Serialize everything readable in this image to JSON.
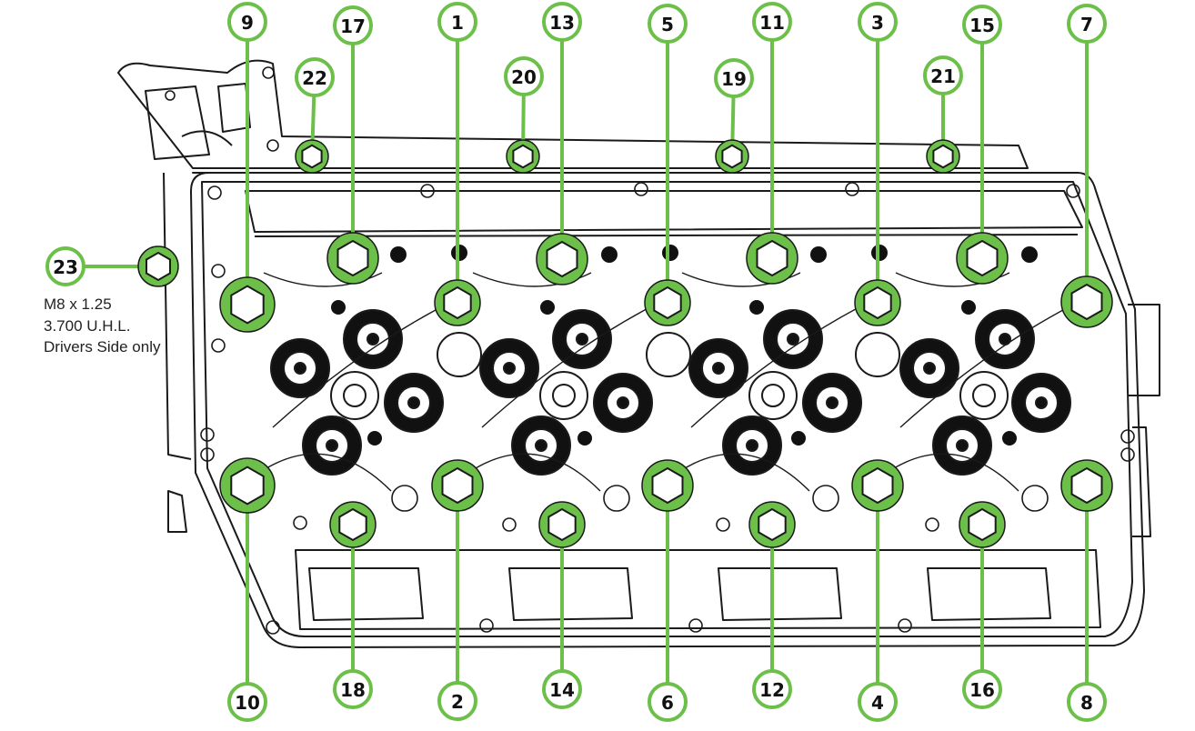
{
  "colors": {
    "accent": "#6cc04a",
    "line": "#1a1a1a",
    "cap": "#111111",
    "paper": "#ffffff"
  },
  "note": {
    "line1": "M8 x 1.25",
    "line2": "3.700 U.H.L.",
    "line3": "Drivers Side only"
  },
  "bolts": [
    {
      "id": "9",
      "label": "9"
    },
    {
      "id": "17",
      "label": "17"
    },
    {
      "id": "1",
      "label": "1"
    },
    {
      "id": "13",
      "label": "13"
    },
    {
      "id": "5",
      "label": "5"
    },
    {
      "id": "11",
      "label": "11"
    },
    {
      "id": "3",
      "label": "3"
    },
    {
      "id": "15",
      "label": "15"
    },
    {
      "id": "7",
      "label": "7"
    },
    {
      "id": "22",
      "label": "22"
    },
    {
      "id": "20",
      "label": "20"
    },
    {
      "id": "19",
      "label": "19"
    },
    {
      "id": "21",
      "label": "21"
    },
    {
      "id": "23",
      "label": "23"
    },
    {
      "id": "10",
      "label": "10"
    },
    {
      "id": "18",
      "label": "18"
    },
    {
      "id": "2",
      "label": "2"
    },
    {
      "id": "14",
      "label": "14"
    },
    {
      "id": "6",
      "label": "6"
    },
    {
      "id": "12",
      "label": "12"
    },
    {
      "id": "4",
      "label": "4"
    },
    {
      "id": "16",
      "label": "16"
    },
    {
      "id": "8",
      "label": "8"
    }
  ]
}
